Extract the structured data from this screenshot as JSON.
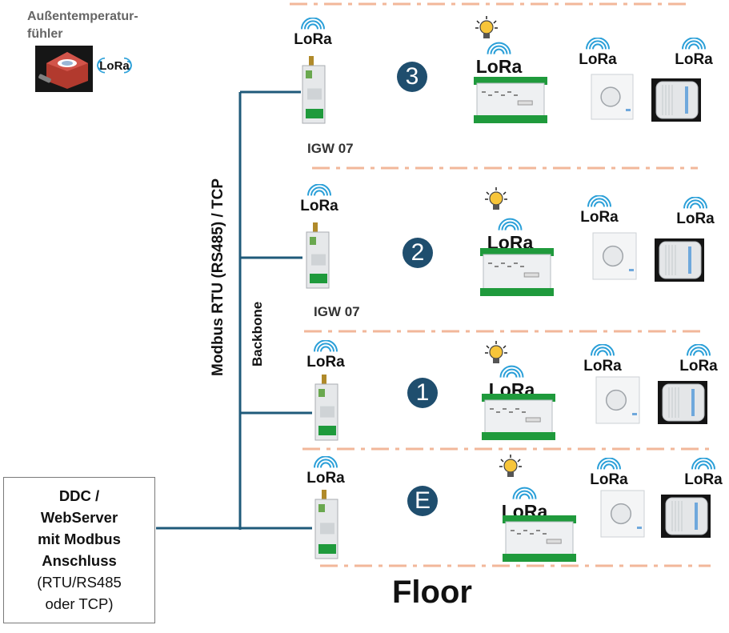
{
  "sensor": {
    "title_line1": "Außentemperatur-",
    "title_line2": "fühler",
    "lora": "LoRa"
  },
  "ddc": {
    "line1": "DDC /",
    "line2": "WebServer",
    "line3": "mit Modbus",
    "line4": "Anschluss",
    "line5": "(RTU/RS485",
    "line6": "oder TCP)"
  },
  "bus": {
    "modbus_label": "Modbus RTU (RS485) / TCP",
    "backbone_label": "Backbone"
  },
  "floor_title": "Floor",
  "lora_text": "LoRa",
  "floors": [
    {
      "badge": "3",
      "gateway_label": "IGW 07"
    },
    {
      "badge": "2",
      "gateway_label": "IGW 07"
    },
    {
      "badge": "1",
      "gateway_label": ""
    },
    {
      "badge": "E",
      "gateway_label": ""
    }
  ],
  "colors": {
    "line": "#1f5a7a",
    "divider": "#f2b79a",
    "badge": "#1f4e6e",
    "led": "#f7c53a",
    "lora_waves": "#2a9fd8",
    "terminal": "#1f9a3c"
  },
  "icons": [
    "lora-logo",
    "lightbulb-icon",
    "gateway-device",
    "controller-board",
    "room-thermostat",
    "radiator-valve",
    "temperature-sensor"
  ]
}
